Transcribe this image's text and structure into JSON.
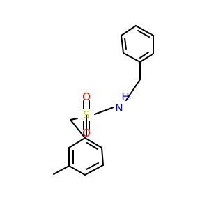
{
  "molecule": {
    "colors": {
      "bond": "#000000",
      "oxygen": "#ff0000",
      "sulfur": "#c8c800",
      "nitrogen": "#0000ff"
    },
    "atoms": {
      "n": "N",
      "h": "H",
      "s": "S",
      "o_upper": "O",
      "o_lower": "O"
    }
  }
}
